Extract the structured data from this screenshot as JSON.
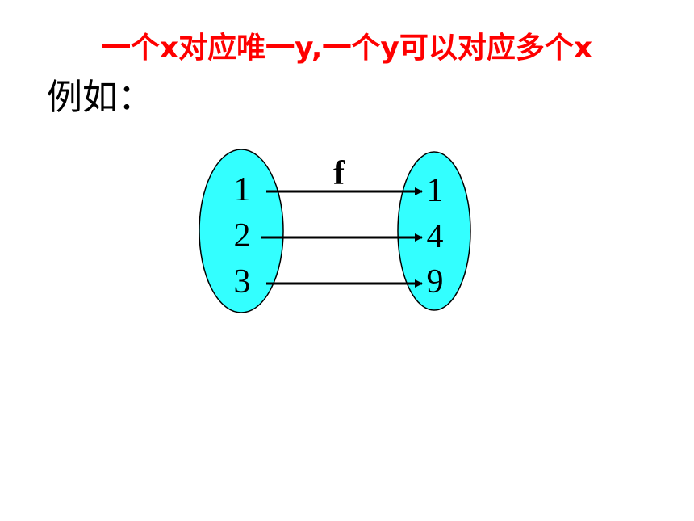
{
  "headline": "一个x对应唯一y,一个y可以对应多个x",
  "subhead": "例如：",
  "diagram": {
    "function_label": "f",
    "domain_values": [
      "1",
      "2",
      "3"
    ],
    "codomain_values": [
      "1",
      "4",
      "9"
    ],
    "mappings": [
      [
        "1",
        "1"
      ],
      [
        "2",
        "4"
      ],
      [
        "3",
        "9"
      ]
    ],
    "fill_color": "#33ffff",
    "text_color": "#000000",
    "headline_color": "#ff0000"
  }
}
